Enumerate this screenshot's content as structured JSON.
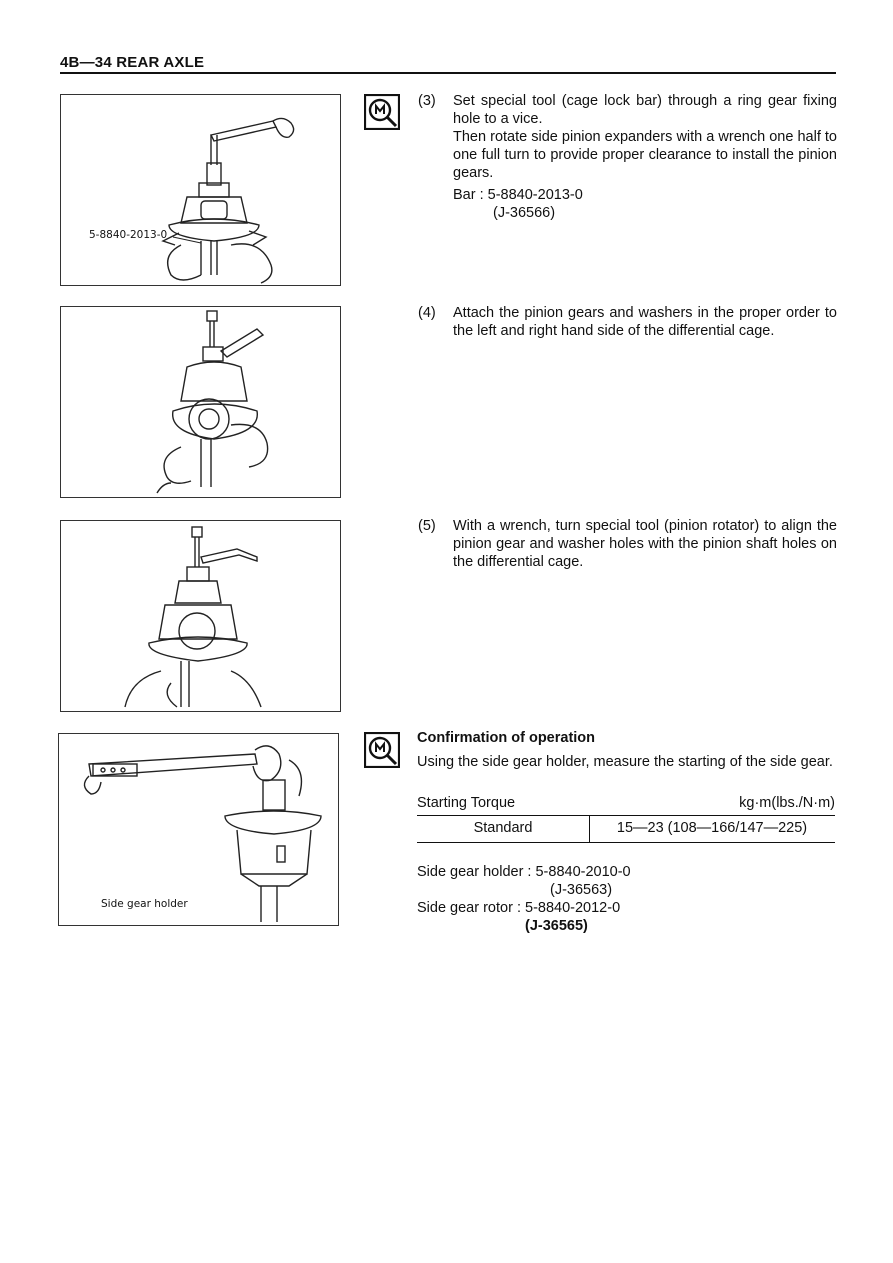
{
  "header": {
    "title": "4B—34  REAR AXLE"
  },
  "figures": [
    {
      "callout": "5-8840-2013-0"
    },
    {
      "callout": ""
    },
    {
      "callout": ""
    },
    {
      "callout": "Side gear holder"
    }
  ],
  "steps": [
    {
      "num": "(3)",
      "text1": "Set special tool (cage lock bar) through a ring gear fixing hole to a vice.",
      "text2": "Then rotate side pinion expanders with a wrench one half to one full turn to provide proper clearance to install the pinion gears.",
      "tool_line1": "Bar : 5-8840-2013-0",
      "tool_line2": "(J-36566)"
    },
    {
      "num": "(4)",
      "text1": "Attach the pinion gears and washers in the proper order to the left and right hand side of the differential cage."
    },
    {
      "num": "(5)",
      "text1": "With a wrench, turn special tool (pinion rotator) to align the pinion gear and washer holes with the pinion shaft holes on the differential cage."
    }
  ],
  "confirmation": {
    "title": "Confirmation of operation",
    "text": "Using the side gear holder, measure the starting of the side gear.",
    "table_title": "Starting Torque",
    "table_unit": "kg·m(lbs./N·m)",
    "row_label": "Standard",
    "row_value": "15—23 (108—166/147—225)"
  },
  "tools": {
    "holder_label": "Side gear holder : 5-8840-2010-0",
    "holder_alt": "(J-36563)",
    "rotor_label": "Side gear rotor : 5-8840-2012-0",
    "rotor_alt": "(J-36565)"
  }
}
